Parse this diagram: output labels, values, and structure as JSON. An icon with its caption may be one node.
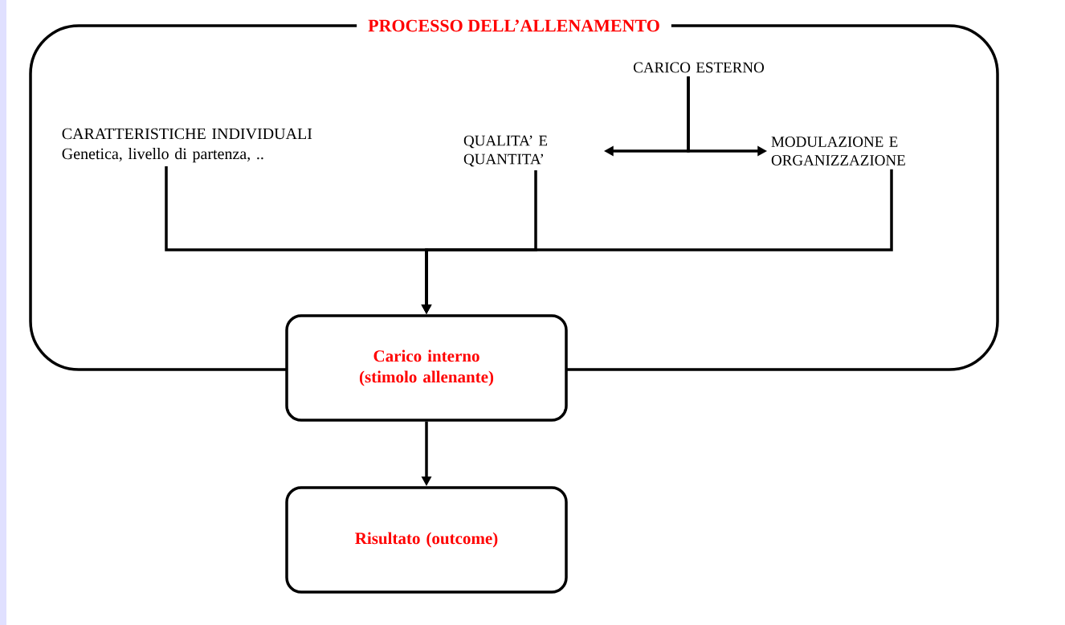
{
  "diagram": {
    "nodes": [
      {
        "text": [
          "PROCESSO DELL’ALLENAMENTO"
        ]
      },
      {
        "text": [
          "CARATTERISTICHE INDIVIDUALI",
          "Genetica, livello di partenza, .."
        ],
        "in": 0
      },
      {
        "text": [
          "CARICO ESTERNO"
        ],
        "in": 0
      },
      {
        "text": [
          "QUALITA’ E QUANTITA’"
        ],
        "in": 0
      },
      {
        "text": [
          "MODULAZIONE E ORGANIZZAZIONE"
        ],
        "in": 0
      },
      {
        "text": [
          "Carico interno (stimolo allenante)"
        ]
      },
      {
        "text": [
          "Risultato (outcome)"
        ]
      }
    ],
    "edges": [
      {
        "from": 2,
        "to": 3,
        "arrow": "to"
      },
      {
        "from": 2,
        "to": 4,
        "arrow": "to"
      },
      {
        "from": 1,
        "to": 5,
        "arrow": "to"
      },
      {
        "from": 3,
        "to": 5,
        "arrow": "to"
      },
      {
        "from": 4,
        "to": 5,
        "arrow": "to"
      },
      {
        "from": 5,
        "to": 6,
        "arrow": "to"
      }
    ]
  }
}
